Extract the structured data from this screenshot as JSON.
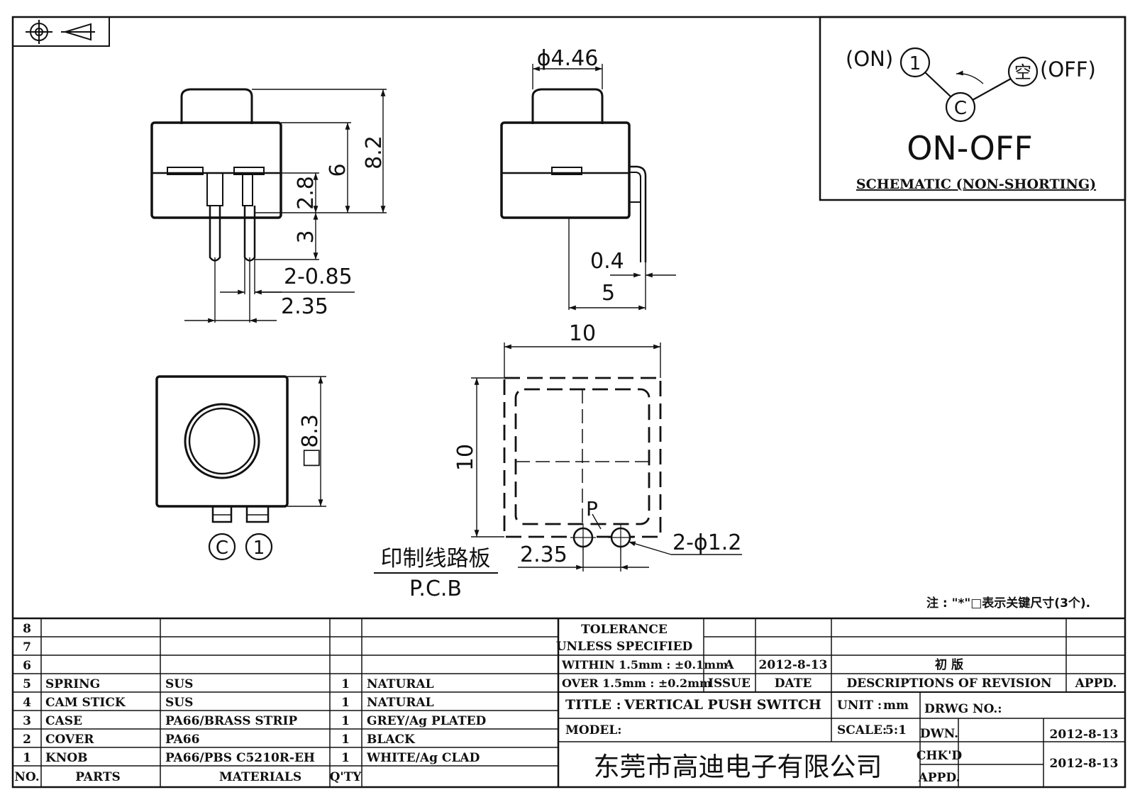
{
  "projection_symbol": "first-angle-projection-icon",
  "dimensions": {
    "knob_dia": "ϕ4.46",
    "h_total": "8.2",
    "h_body": "6",
    "h_pin_shoulder": "2.8",
    "h_pin": "3",
    "pin_width": "2-0.85",
    "pin_pitch": "2.35",
    "lead_thickness": "0.4",
    "side_width": "5",
    "pcb_width": "10",
    "pcb_height": "10",
    "body_square": "□8.3",
    "pcb_pitch": "2.35",
    "pcb_holes": "2-ϕ1.2",
    "pad_label": "P"
  },
  "schematic": {
    "on": "(ON)",
    "off": "(OFF)",
    "pin1": "1",
    "pinc": "C",
    "pin_empty": "空",
    "name": "ON-OFF",
    "caption": "SCHEMATIC (NON-SHORTING)"
  },
  "pin_markers": {
    "c": "C",
    "one": "1"
  },
  "pcb_label": {
    "cn": "印制线路板",
    "en": "P.C.B"
  },
  "note": "注 : \"*\"□表示关键尺寸(3个).",
  "bom": {
    "headers": {
      "no": "NO.",
      "parts": "PARTS",
      "materials": "MATERIALS",
      "qty": "Q'TY"
    },
    "rows": [
      {
        "no": "8",
        "part": "",
        "material": "",
        "qty": "",
        "finish": ""
      },
      {
        "no": "7",
        "part": "",
        "material": "",
        "qty": "",
        "finish": ""
      },
      {
        "no": "6",
        "part": "",
        "material": "",
        "qty": "",
        "finish": ""
      },
      {
        "no": "5",
        "part": "SPRING",
        "material": "SUS",
        "qty": "1",
        "finish": "NATURAL"
      },
      {
        "no": "4",
        "part": "CAM STICK",
        "material": "SUS",
        "qty": "1",
        "finish": "NATURAL"
      },
      {
        "no": "3",
        "part": "CASE",
        "material": "PA66/BRASS STRIP",
        "qty": "1",
        "finish": "GREY/Ag PLATED"
      },
      {
        "no": "2",
        "part": "COVER",
        "material": "PA66",
        "qty": "1",
        "finish": "BLACK"
      },
      {
        "no": "1",
        "part": "KNOB",
        "material": "PA66/PBS C5210R-EH",
        "qty": "1",
        "finish": "WHITE/Ag CLAD"
      }
    ]
  },
  "tolerance": {
    "line1": "TOLERANCE",
    "line2": "UNLESS SPECIFIED",
    "line3": "WITHIN 1.5mm : ±0.1mm",
    "line4": "OVER 1.5mm : ±0.2mm"
  },
  "revision": {
    "issue": "A",
    "date": "2012-8-13",
    "description": "初 版",
    "issue_header": "ISSUE",
    "date_header": "DATE",
    "desc_header": "DESCRIPTIONS OF REVISION",
    "appd_header": "APPD."
  },
  "title_block": {
    "title_label": "TITLE :",
    "title": "VERTICAL PUSH SWITCH",
    "unit_label": "UNIT :",
    "unit": "mm",
    "drwg_label": "DRWG NO.:",
    "model_label": "MODEL:",
    "scale_label": "SCALE:",
    "scale": "5:1",
    "dwn_label": "DWN.",
    "dwn_date": "2012-8-13",
    "chkd_label": "CHK'D",
    "chkd_date": "2012-8-13",
    "appd_label": "APPD.",
    "company": "东莞市高迪电子有限公司"
  }
}
